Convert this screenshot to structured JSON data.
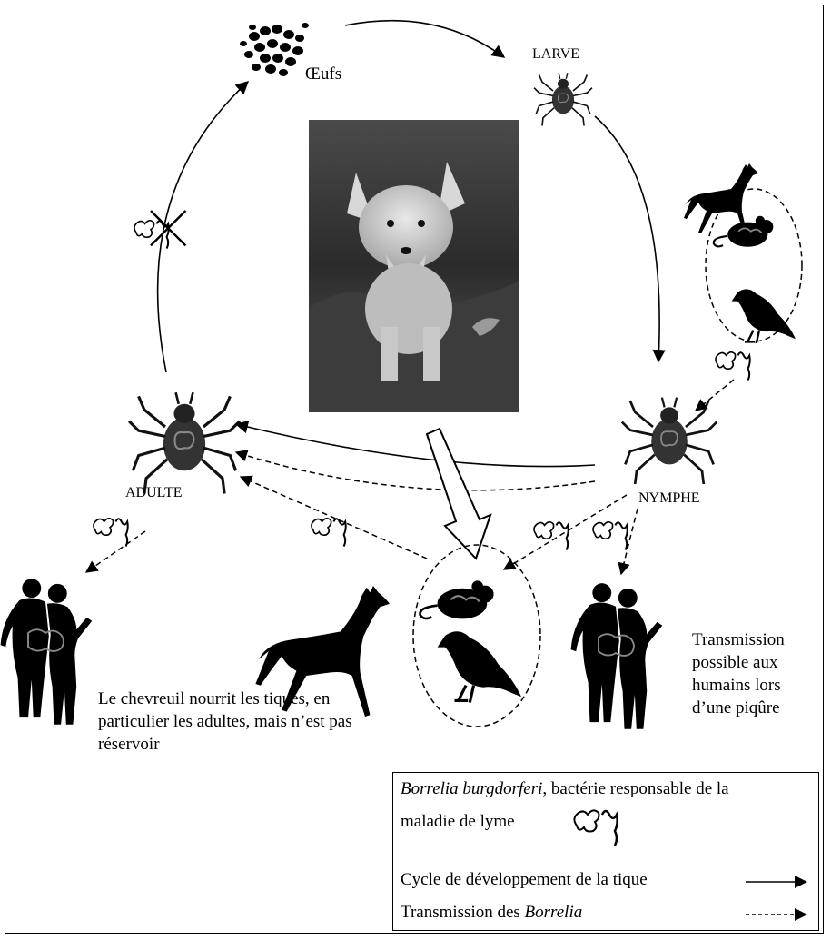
{
  "stages": {
    "eggs": "Œufs",
    "larva": "LARVE",
    "nymph": "NYMPHE",
    "adult": "ADULTE"
  },
  "notes": {
    "deer": "Le chevreuil nourrit les tiques, en particulier les adultes, mais n’est pas réservoir",
    "humans": "Transmission possible aux humains lors d’une piqûre"
  },
  "legend": {
    "bacteria_name": "Borrelia burgdorferi",
    "bacteria_desc": ", bactérie responsable de la",
    "bacteria_desc2": "maladie de lyme",
    "cycle": "Cycle de développement de la tique",
    "transmission_prefix": "Transmission des ",
    "transmission_italic": "Borrelia"
  },
  "colors": {
    "ink": "#000000",
    "tick_body": "#333333",
    "spirochete": "#888888"
  }
}
